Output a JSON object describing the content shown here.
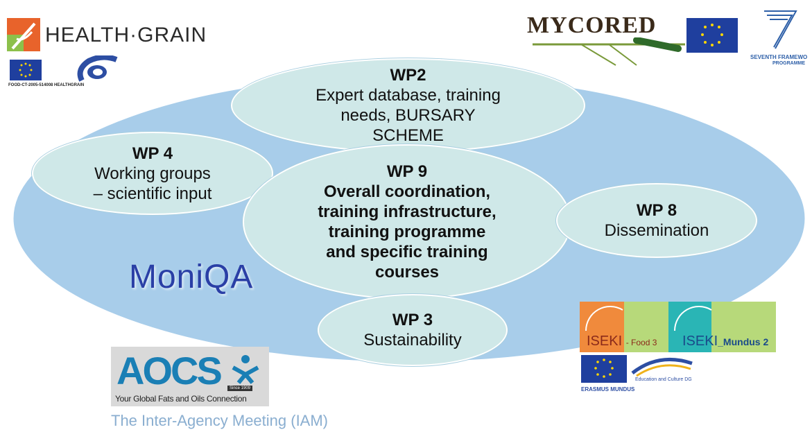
{
  "main_label": "MoniQA",
  "work_packages": {
    "wp2": {
      "title": "WP2",
      "lines": [
        "Expert database, training",
        "needs, BURSARY",
        "SCHEME"
      ]
    },
    "wp4": {
      "title": "WP 4",
      "lines": [
        "Working groups",
        "– scientific input"
      ]
    },
    "wp9": {
      "title": "WP 9",
      "lines": [
        "Overall coordination,",
        "training infrastructure,",
        "training programme",
        "and specific training",
        "courses"
      ]
    },
    "wp8": {
      "title": "WP 8",
      "lines": [
        "Dissemination"
      ]
    },
    "wp3": {
      "title": "WP 3",
      "lines": [
        "Sustainability"
      ]
    }
  },
  "logos": {
    "healthgrain": {
      "text": "HEALTH·GRAIN",
      "caption": "FOOD-CT-2005-514008 HEALTHGRAIN"
    },
    "mycored": {
      "text": "MYCORED"
    },
    "seventh_framework": {
      "caption_line1": "SEVENTH FRAMEWO",
      "caption_line2": "PROGRAMME"
    },
    "iseki": {
      "left": "ISEKI",
      "left_suffix": "- Food 3",
      "right": "ISEKI",
      "right_suffix": "_Mundus 2"
    },
    "erasmus": {
      "caption": "ERASMUS MUNDUS",
      "dg": "Education and Culture DG"
    },
    "aocs": {
      "text": "AOCS",
      "tagline": "Your Global Fats and Oils Connection",
      "since": "Since 1909"
    }
  },
  "footer": "The Inter-Agency Meeting (IAM)",
  "colors": {
    "big_ellipse": "#a8cdea",
    "wp_fill": "#cfe8e8",
    "moniqa_text": "#2a3fa6",
    "eu_blue": "#1f3f9e",
    "eu_star": "#ffd700"
  }
}
